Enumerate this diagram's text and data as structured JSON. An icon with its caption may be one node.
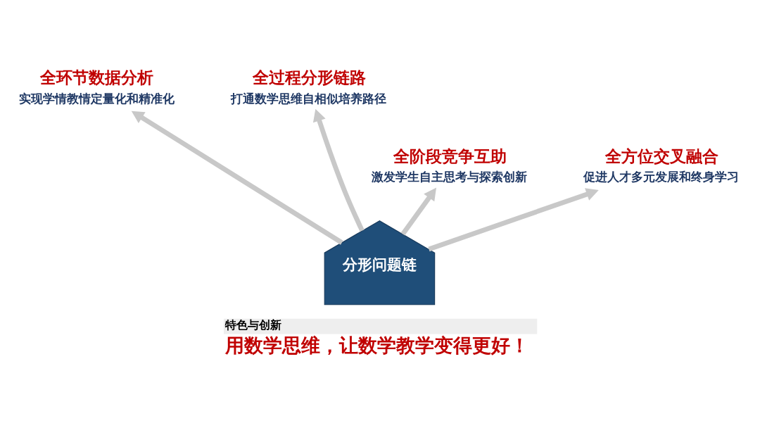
{
  "diagram": {
    "title": "特色与创新",
    "caption": "用数学思维，让数学教学变得更好！",
    "nodes": [
      {
        "text": [
          "分形问题链"
        ]
      },
      {
        "text": [
          "全环节数据分析",
          "实现学情教情定量化和精准化"
        ]
      },
      {
        "text": [
          "全过程分形链路",
          "打通数学思维自相似培养路径"
        ]
      },
      {
        "text": [
          "全阶段竞争互助",
          "激发学生自主思考与探索创新"
        ]
      },
      {
        "text": [
          "全方位交叉融合",
          "促进人才多元发展和终身学习"
        ]
      }
    ],
    "edges": [
      {
        "from": 0,
        "to": 1,
        "arrow": "to"
      },
      {
        "from": 0,
        "to": 2,
        "arrow": "to"
      },
      {
        "from": 0,
        "to": 3,
        "arrow": "to"
      },
      {
        "from": 0,
        "to": 4,
        "arrow": "to"
      }
    ]
  }
}
